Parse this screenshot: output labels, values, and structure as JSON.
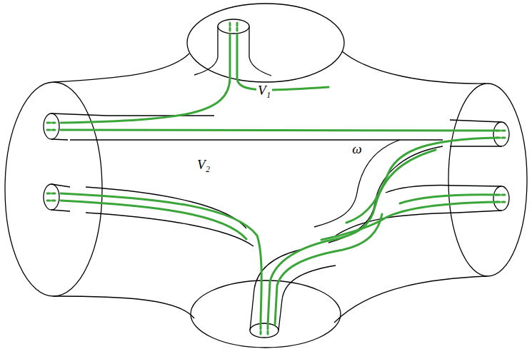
{
  "diagram": {
    "labels": [
      "V₁",
      "V₂",
      "ω"
    ]
  }
}
